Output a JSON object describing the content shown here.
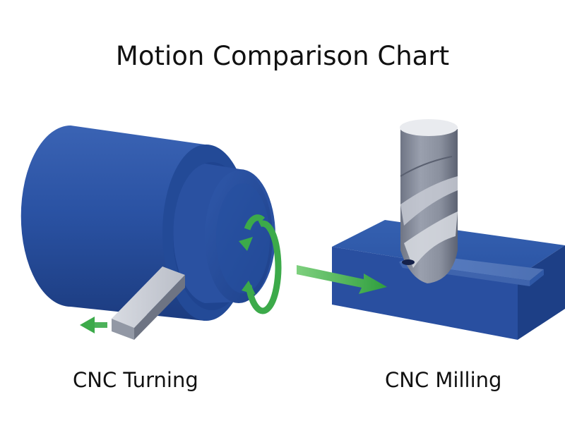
{
  "title": "Motion Comparison Chart",
  "panels": [
    {
      "label": "CNC Turning"
    },
    {
      "label": "CNC Milling"
    }
  ],
  "colors": {
    "workpiece_blue": "#254a9b",
    "tool_gray": "#7f8594",
    "motion_arrow_green": "#3caa4a"
  }
}
